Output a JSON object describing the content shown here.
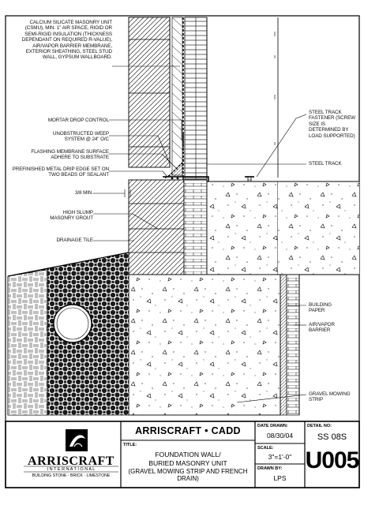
{
  "callouts_left": {
    "wall_assembly": "CALCIUM SILICATE MASONRY UNIT (CSMU), MIN. 1\" AIR SPACE, RIGID OR SEMI-RIGID INSULATION (THICKNESS DEPENDANT ON REQUIRED R-VALUE), AIR/VAPOR BARRIER MEMBRANE, EXTERIOR SHEATHING, STEEL STUD WALL, GYPSUM WALLBOARD.",
    "mortar_drop": "MORTAR DROP CONTROL",
    "weep": "UNOBSTRUCTED WEEP SYSTEM @ 24\" O/C",
    "flashing": "FLASHING MEMBRANE SURFACE ADHERE TO SUBSTRATE",
    "drip_edge": "PREFINISHED METAL DRIP EDGE SET ON TWO BEADS OF SEALANT",
    "min_gap": "3/8 MIN.",
    "grout": "HIGH SLUMP MASONRY GROUT",
    "drain_tile": "DRAINAGE TILE"
  },
  "callouts_right": {
    "track_fastener": "STEEL TRACK FASTENER (SCREW SIZE IS DETERMINED BY LOAD SUPPORTED)",
    "track": "STEEL TRACK",
    "building_paper": "BUILDING PAPER",
    "air_vapor": "AIR/VAPOR BARRIER",
    "gravel_strip": "GRAVEL MOWING STRIP"
  },
  "title_block": {
    "company": "ARRISCRAFT",
    "company_sub": "I N T E R N A T I O N A L",
    "tagline": "BUILDING STONE · BRICK · LIMESTONE",
    "header": "ARRISCRAFT • CADD",
    "title_label": "TITLE:",
    "title_lines": [
      "FOUNDATION WALL/",
      "BURIED MASONRY UNIT",
      "(GRAVEL MOWING STRIP AND FRENCH DRAIN)"
    ],
    "date_label": "DATE DRAWN:",
    "date": "08/30/04",
    "scale_label": "SCALE:",
    "scale": "3\"=1'-0\"",
    "drawn_label": "DRAWN BY:",
    "drawn": "LPS",
    "detail_label": "DETAIL No:",
    "detail": "SS 08S",
    "sheet_no": "U005"
  }
}
